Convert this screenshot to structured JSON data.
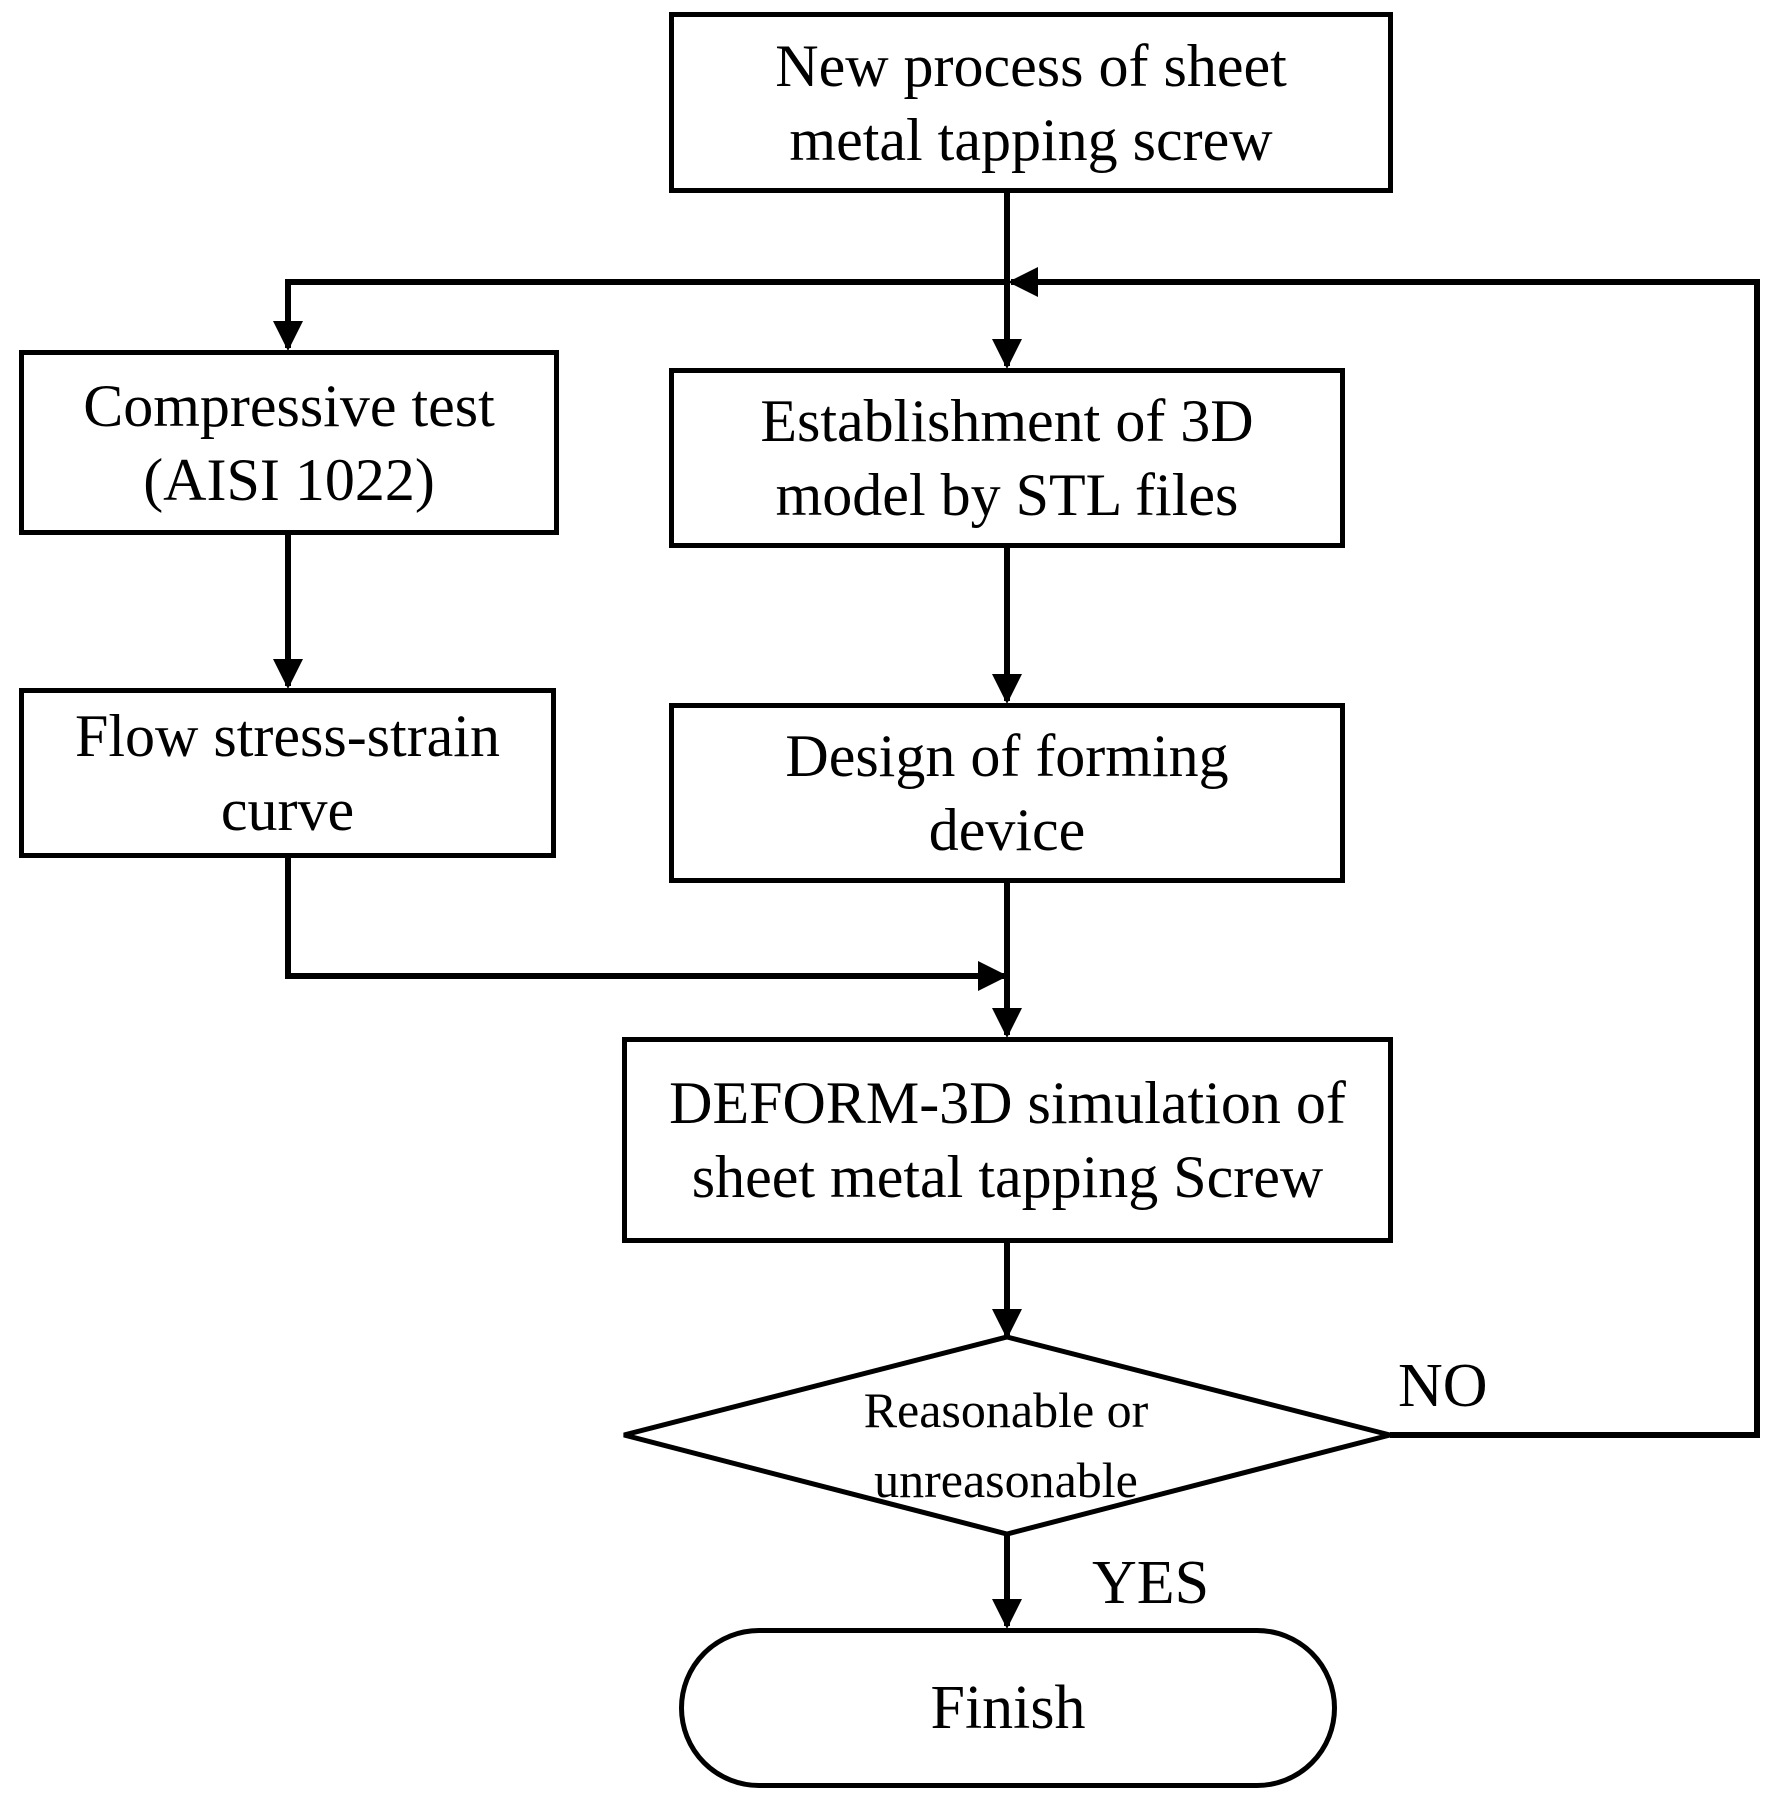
{
  "nodes": {
    "start": {
      "lines": [
        "New process of sheet",
        "metal tapping screw"
      ]
    },
    "compressive_test": {
      "lines": [
        "Compressive test",
        "(AISI 1022)"
      ]
    },
    "model_3d": {
      "lines": [
        "Establishment of 3D",
        "model by STL files"
      ]
    },
    "flow_curve": {
      "lines": [
        "Flow stress-strain",
        "curve"
      ]
    },
    "forming_device": {
      "lines": [
        "Design of forming",
        "device"
      ]
    },
    "simulation": {
      "lines": [
        "DEFORM-3D simulation of",
        "sheet metal tapping Screw"
      ]
    },
    "decision": {
      "lines": [
        "Reasonable  or",
        "unreasonable"
      ]
    },
    "finish": {
      "label": "Finish"
    }
  },
  "edge_labels": {
    "no": "NO",
    "yes": "YES"
  }
}
